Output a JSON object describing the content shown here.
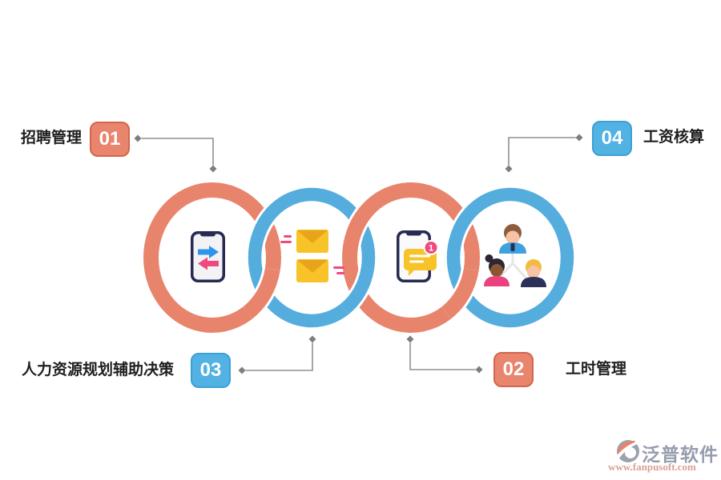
{
  "page": {
    "background_color": "#FFFFFF"
  },
  "diagram": {
    "items": [
      {
        "number": "01",
        "label": "招聘管理",
        "position": "top-left",
        "badge_color": "#E9846D",
        "ring_color": "#E8846C",
        "icon": "phone-transfer-icon"
      },
      {
        "number": "02",
        "label": "工时管理",
        "position": "bottom-right",
        "badge_color": "#E9846D",
        "ring_color": "#E8846C",
        "icon": "phone-chat-icon"
      },
      {
        "number": "03",
        "label": "人力资源规划辅助决策",
        "position": "bottom-left",
        "badge_color": "#52B2E3",
        "ring_color": "#55ADDE",
        "icon": "mail-icon"
      },
      {
        "number": "04",
        "label": "工资核算",
        "position": "top-right",
        "badge_color": "#52B2E3",
        "ring_color": "#55ADDE",
        "icon": "team-icon"
      }
    ],
    "phone_chat_badge_count": "1",
    "colors": {
      "ring_salmon": "#E8846C",
      "ring_blue": "#55ADDE",
      "badge_salmon": "#E9846D",
      "badge_blue": "#52B2E3",
      "connector_line": "#909090",
      "connector_diamond": "#7E7E7E",
      "label_text": "#1E1E1E",
      "envelope_yellow": "#F8C328",
      "envelope_flap": "#E8A51B",
      "phone_navy": "#272B52",
      "accent_pink": "#F0497E",
      "arrow_blue": "#2E95E8"
    }
  },
  "footer": {
    "brand": "泛普软件",
    "url": "www.fanpusoft.com"
  }
}
